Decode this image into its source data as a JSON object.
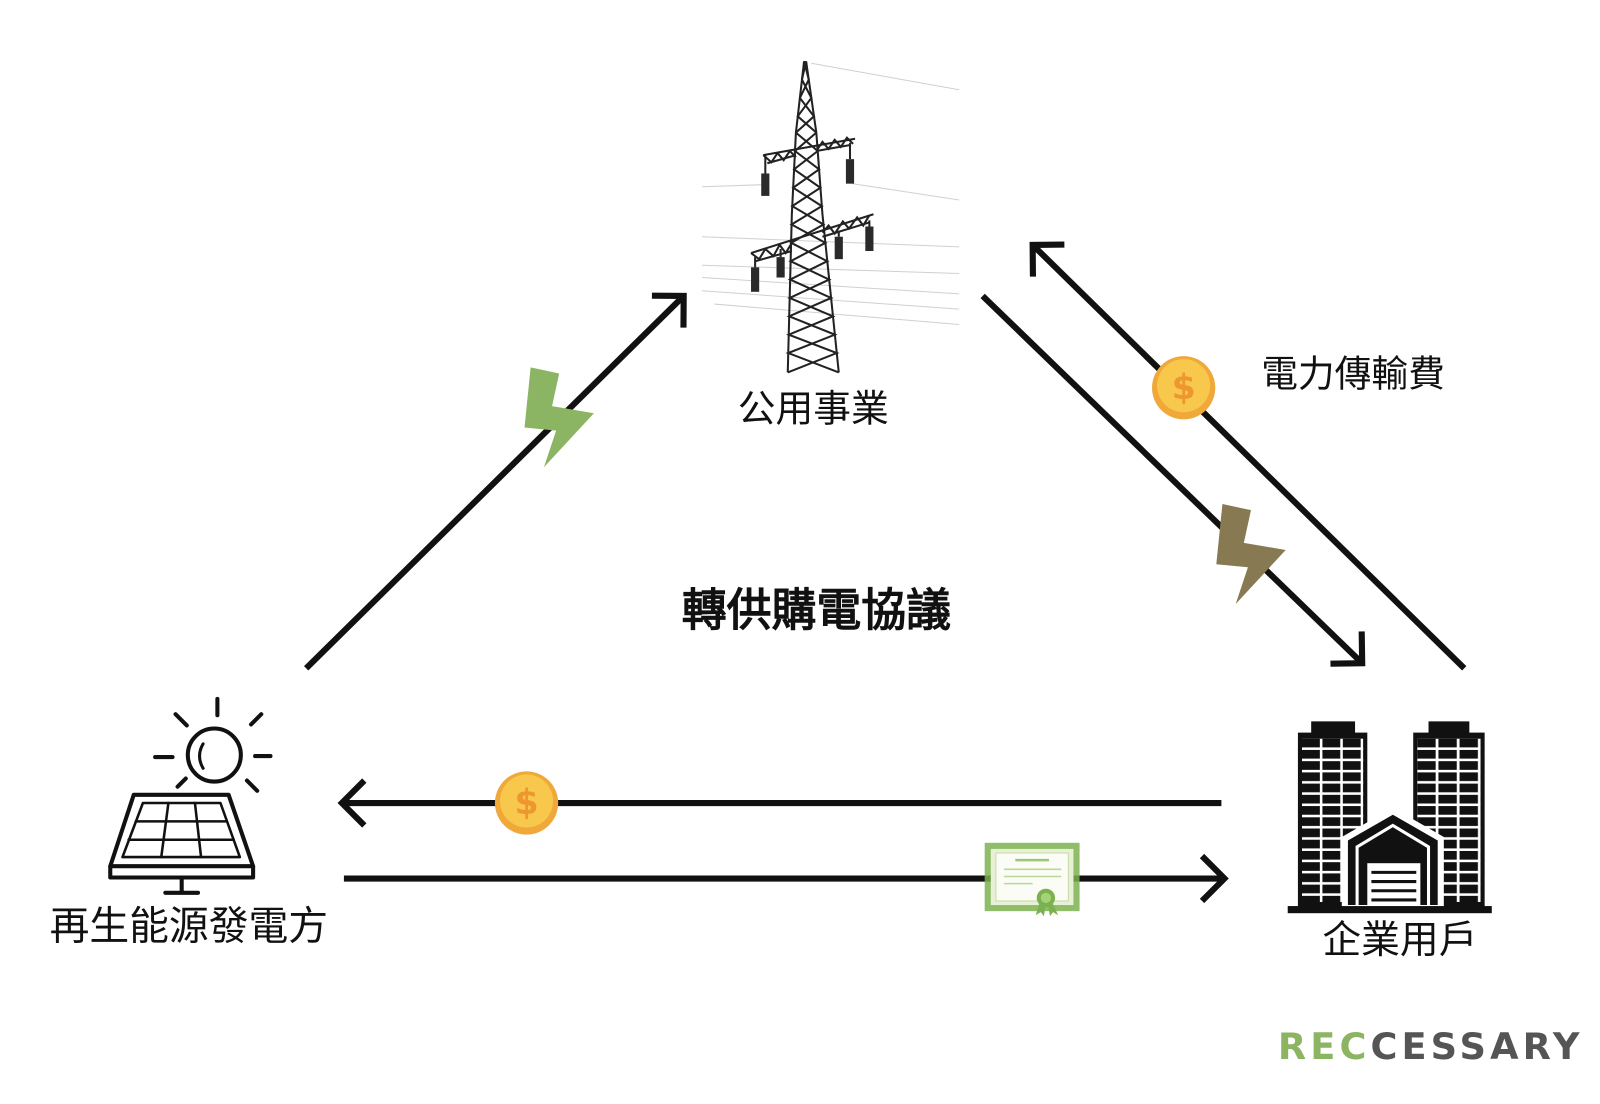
{
  "nodes": {
    "utility": {
      "label": "公用事業",
      "icon": "transmission-tower-icon"
    },
    "generator": {
      "label": "再生能源發電方",
      "icon": "solar-panel-icon"
    },
    "enterprise": {
      "label": "企業用戶",
      "icon": "office-buildings-icon"
    }
  },
  "agreement_label": "轉供購電協議",
  "transmission_fee_label": "電力傳輸費",
  "icons": {
    "coin": {
      "icon": "coin-icon",
      "symbol": "$"
    },
    "electricity": "lightning-bolt-icon",
    "certificate": "certificate-icon",
    "sun": "sun-icon"
  },
  "logo": {
    "part1": "REC",
    "part2": "CESSARY"
  },
  "colors": {
    "arrow": "#111111",
    "bolt_green": "#8bb563",
    "bolt_brown": "#877a52",
    "coin": "#f7c84b",
    "coin_rim": "#f0a83a",
    "coin_symbol": "#ee9630",
    "certificate": "#7cb14f",
    "logo_green": "#8bb563",
    "logo_gray": "#555555"
  }
}
